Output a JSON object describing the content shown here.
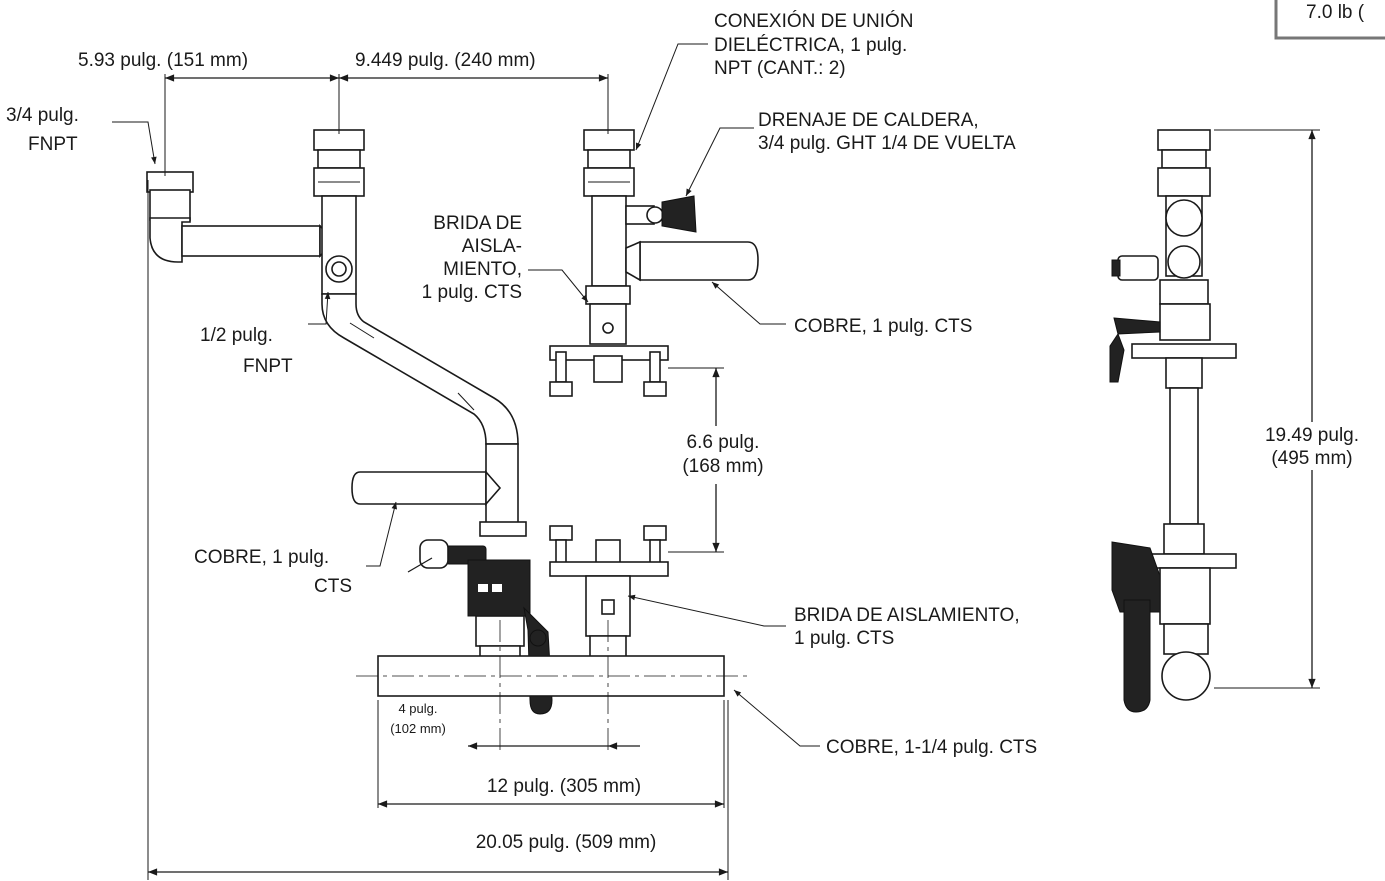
{
  "weight_box": {
    "text": "7.0 lb ("
  },
  "dimensions": {
    "d_151": "5.93 pulg. (151 mm)",
    "d_240": "9.449 pulg. (240 mm)",
    "d_168_a": "6.6 pulg.",
    "d_168_b": "(168 mm)",
    "d_495_a": "19.49 pulg.",
    "d_495_b": "(495 mm)",
    "d_102_a": "4 pulg.",
    "d_102_b": "(102 mm)",
    "d_305": "12 pulg. (305 mm)",
    "d_509": "20.05 pulg. (509 mm)"
  },
  "callouts": {
    "fnpt34_a": "3/4 pulg.",
    "fnpt34_b": "FNPT",
    "union_a": "CONEXIÓN DE UNIÓN",
    "union_b": "DIELÉCTRICA, 1 pulg.",
    "union_c": "NPT (CANT.: 2)",
    "drain_a": "DRENAJE DE CALDERA,",
    "drain_b": "3/4 pulg. GHT  1/4 DE VUELTA",
    "flange_top_a": "BRIDA DE",
    "flange_top_b": "AISLA-",
    "flange_top_c": "MIENTO,",
    "flange_top_d": "1 pulg. CTS",
    "copper_right": "COBRE, 1 pulg. CTS",
    "fnpt12_a": "1/2 pulg.",
    "fnpt12_b": "FNPT",
    "copper_left_a": "COBRE, 1 pulg.",
    "copper_left_b": "CTS",
    "flange_bot_a": "BRIDA DE AISLAMIENTO,",
    "flange_bot_b": "1 pulg. CTS",
    "header": "COBRE, 1-1/4 pulg. CTS"
  }
}
